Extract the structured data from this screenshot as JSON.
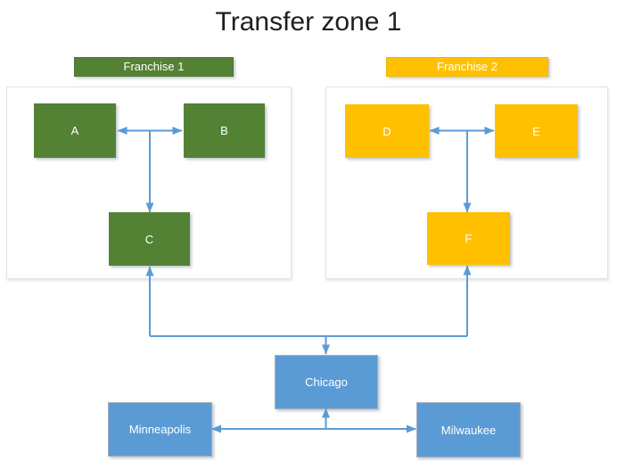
{
  "title": "Transfer zone 1",
  "colors": {
    "franchise1_green": "#548235",
    "franchise2_gold": "#FFC000",
    "city_blue": "#5B9BD5",
    "connector_blue": "#5B9BD5"
  },
  "franchise1": {
    "label": "Franchise 1",
    "node_a": "A",
    "node_b": "B",
    "node_c": "C"
  },
  "franchise2": {
    "label": "Franchise 2",
    "node_d": "D",
    "node_e": "E",
    "node_f": "F"
  },
  "cities": {
    "chicago": "Chicago",
    "minneapolis": "Minneapolis",
    "milwaukee": "Milwaukee"
  }
}
